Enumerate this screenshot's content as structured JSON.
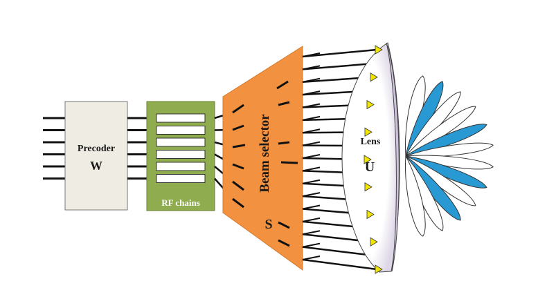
{
  "diagram": {
    "precoder": {
      "label": "Precoder",
      "symbol": "W"
    },
    "rf_chains": {
      "label": "RF chains",
      "count": 6
    },
    "beam_selector": {
      "label": "Beam selector",
      "symbol": "S"
    },
    "lens": {
      "label": "Lens",
      "symbol": "U"
    },
    "input_stream_count": 6,
    "antenna_count": 17,
    "beam_count": 12,
    "colors": {
      "precoder_fill": "#efece4",
      "rf_block_fill": "#8fad4e",
      "rf_chain_fill": "#ffffff",
      "beam_selector_fill": "#f2913f",
      "lens_fill": "#cfc2dd",
      "antenna_triangle": "#f2e600",
      "beam_highlight": "#2899d3",
      "wire": "#111111"
    }
  }
}
